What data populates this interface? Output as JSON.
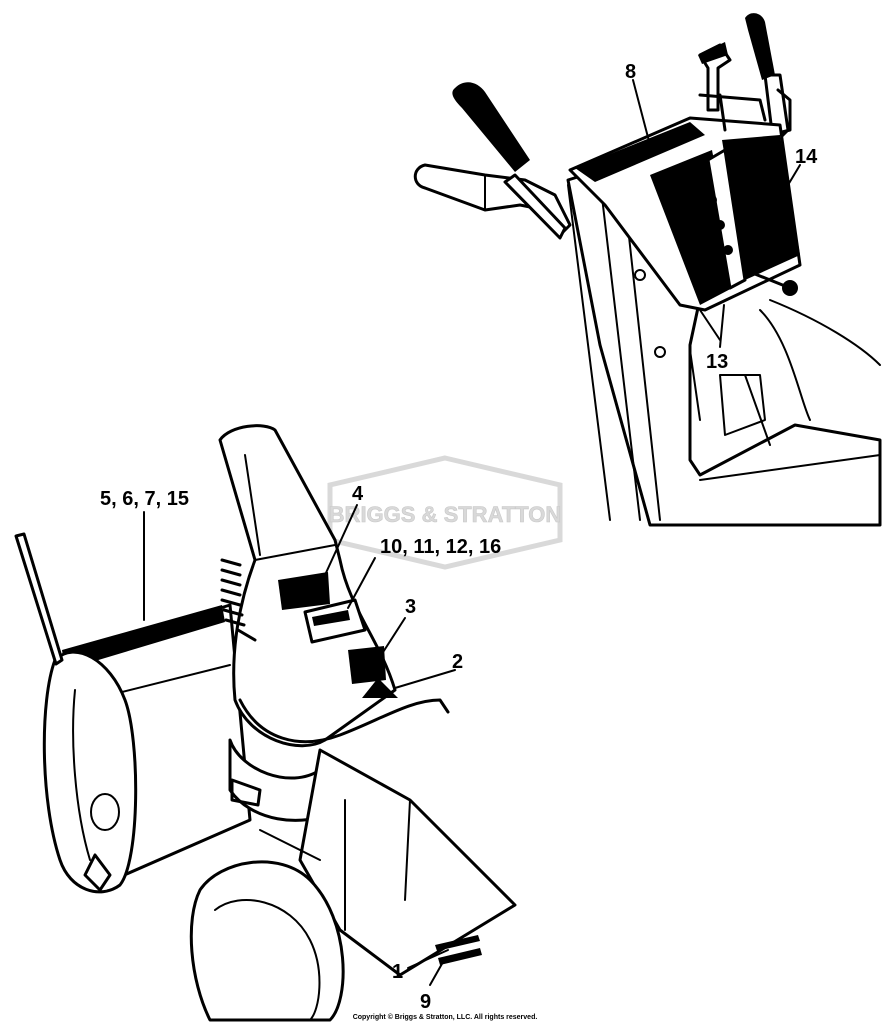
{
  "watermark": {
    "text": "BRIGGS & STRATTON",
    "color": "#d9d9d9"
  },
  "copyright": "Copyright © Briggs & Stratton, LLC. All rights reserved.",
  "callouts": [
    {
      "id": "1",
      "label": "1"
    },
    {
      "id": "2",
      "label": "2"
    },
    {
      "id": "3",
      "label": "3"
    },
    {
      "id": "4",
      "label": "4"
    },
    {
      "id": "5",
      "label": "5, 6, 7, 15"
    },
    {
      "id": "8",
      "label": "8"
    },
    {
      "id": "9",
      "label": "9"
    },
    {
      "id": "10",
      "label": "10, 11, 12, 16"
    },
    {
      "id": "13",
      "label": "13"
    },
    {
      "id": "14",
      "label": "14"
    }
  ]
}
